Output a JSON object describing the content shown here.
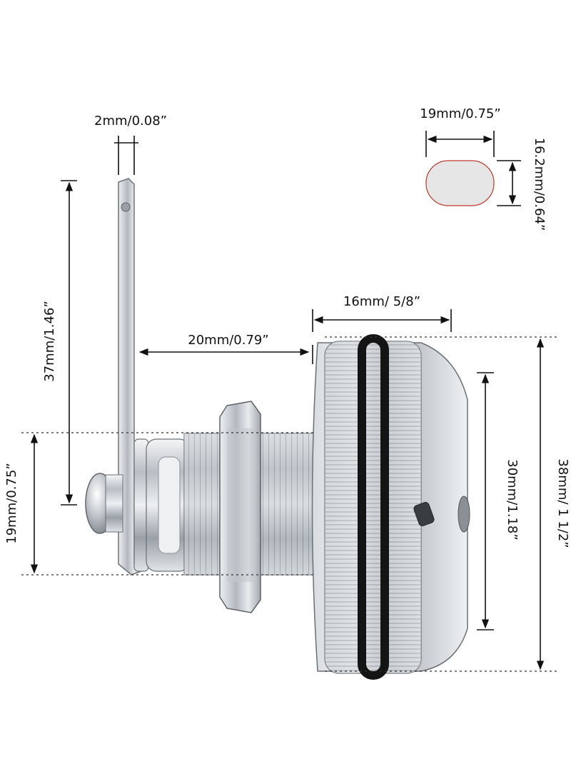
{
  "dimensions": {
    "thickness": "2mm/0.08”",
    "cam_length": "37mm/1.46”",
    "cam_to_face": "20mm/0.79”",
    "body_diameter": "19mm/0.75”",
    "head_depth": "16mm/ 5/8”",
    "face_diameter": "30mm/1.18”",
    "head_diameter": "38mm/ 1 1/2”",
    "hole_width": "19mm/0.75”",
    "hole_height": "16.2mm/0.64”"
  },
  "colors": {
    "metal": "#c9cdd2",
    "metal_dark": "#7d8288",
    "oring": "#141414",
    "hole_fill": "#e6e6e6",
    "hole_edge": "#c0392b",
    "line": "#111111"
  }
}
